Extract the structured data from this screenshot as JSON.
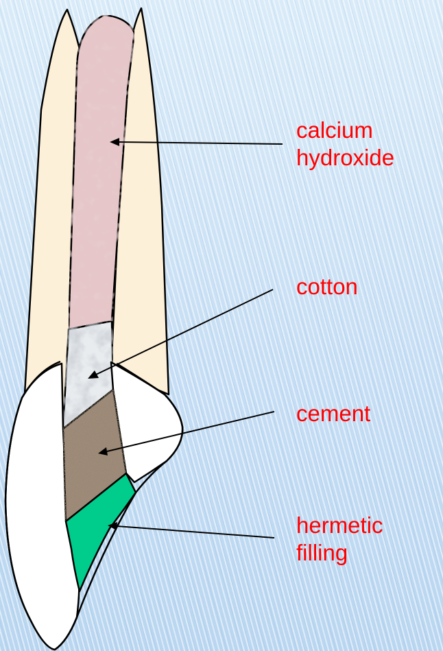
{
  "labels": {
    "calcium_hydroxide": [
      "calcium",
      "hydroxide"
    ],
    "cotton": [
      "cotton"
    ],
    "cement": [
      "cement"
    ],
    "hermetic_filling": [
      "hermetic",
      "filling"
    ]
  },
  "colors": {
    "label_text": "#ff0000",
    "dentin": "#fdf0d8",
    "calcium_hydroxide": "#e6c6c8",
    "cotton": "#e8ecef",
    "cement": "#9f8b78",
    "hermetic_filling": "#00cc8c",
    "crown": "#ffffff",
    "outline": "#000000"
  }
}
